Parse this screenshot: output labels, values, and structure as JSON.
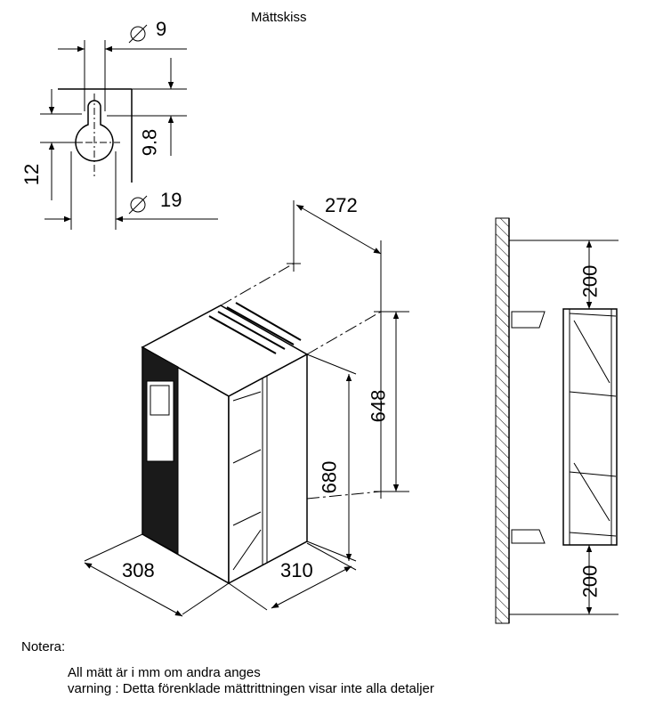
{
  "title": "Mättskiss",
  "keyhole": {
    "hole_diameter": "9",
    "keyhole_diameter": "19",
    "slot_offset": "9.8",
    "center_offset": "12",
    "diameter_symbol": "∅"
  },
  "dimensions": {
    "depth_offset": "272",
    "mount_height": "648",
    "height": "680",
    "width": "308",
    "depth": "310",
    "clearance_top": "200",
    "clearance_bottom": "200"
  },
  "notes": {
    "heading": "Notera:",
    "line1": "All mätt är i mm om andra anges",
    "line2": "varning : Detta förenklade mättrittningen visar inte alla detaljer"
  }
}
